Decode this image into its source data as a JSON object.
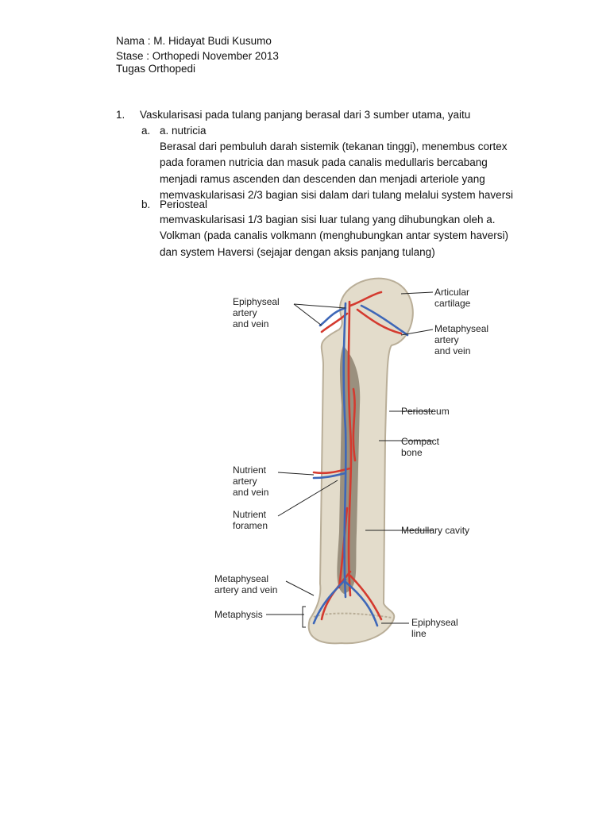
{
  "header": {
    "name_line": "Nama : M. Hidayat Budi Kusumo",
    "stase_line": "Stase  : Orthopedi November 2013",
    "task_line": "Tugas Orthopedi"
  },
  "question": {
    "number": "1.",
    "text": "Vaskularisasi pada tulang panjang berasal dari 3 sumber utama, yaitu",
    "items": [
      {
        "letter": "a.",
        "title": "a. nutricia",
        "body": "Berasal dari pembuluh darah sistemik (tekanan tinggi), menembus cortex pada foramen nutricia dan masuk pada canalis medullaris bercabang menjadi ramus ascenden dan descenden dan menjadi arteriole yang memvaskularisasi 2/3 bagian sisi dalam dari tulang melalui system haversi"
      },
      {
        "letter": "b.",
        "title": "Periosteal",
        "body": "memvaskularisasi 1/3 bagian sisi luar tulang yang dihubungkan oleh a. Volkman (pada canalis volkmann (menghubungkan antar system haversi) dan system Haversi (sejajar dengan aksis panjang tulang)"
      }
    ]
  },
  "figure": {
    "labels": {
      "epiphyseal_1": "Epiphyseal",
      "epiphyseal_2": "artery",
      "epiphyseal_3": "and vein",
      "articular_1": "Articular",
      "articular_2": "cartilage",
      "metaphyseal_top_1": "Metaphyseal",
      "metaphyseal_top_2": "artery",
      "metaphyseal_top_3": "and vein",
      "periosteum": "Periosteum",
      "compact_1": "Compact",
      "compact_2": "bone",
      "nutrient_1": "Nutrient",
      "nutrient_2": "artery",
      "nutrient_3": "and vein",
      "foramen_1": "Nutrient",
      "foramen_2": "foramen",
      "medullary": "Medullary cavity",
      "metaphyseal_bot_1": "Metaphyseal",
      "metaphyseal_bot_2": "artery and vein",
      "metaphysis": "Metaphysis",
      "epiphyseal_line_1": "Epiphyseal",
      "epiphyseal_line_2": "line"
    },
    "colors": {
      "bone": "#e3dccb",
      "bone_outline": "#b9ae98",
      "marrow": "#8d8271",
      "artery": "#d43a2f",
      "vein": "#3e67b8"
    }
  }
}
